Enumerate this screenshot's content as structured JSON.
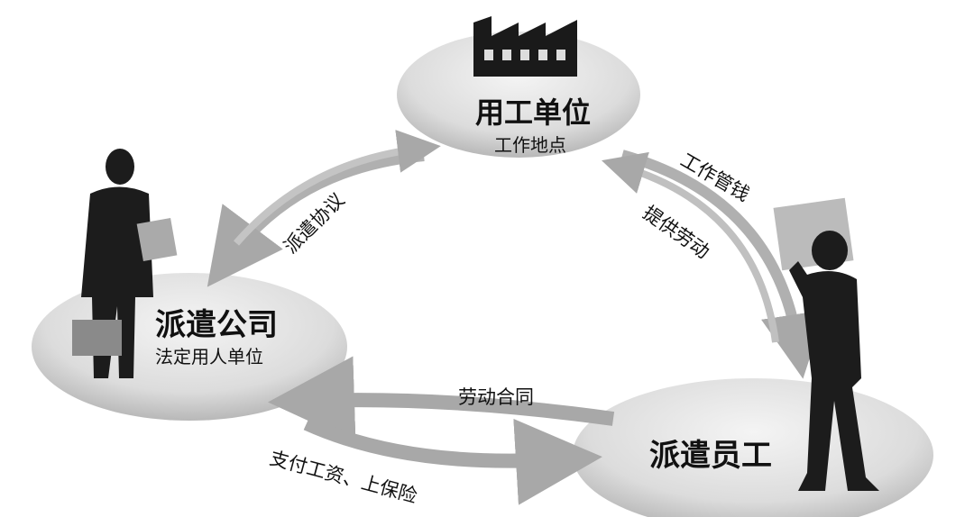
{
  "nodes": {
    "employer": {
      "title": "用工单位",
      "subtitle": "工作地点"
    },
    "agency": {
      "title": "派遣公司",
      "subtitle": "法定用人单位"
    },
    "worker": {
      "title": "派遣员工"
    }
  },
  "relations": {
    "dispatch_agreement": "派遣协议",
    "work_management": "工作管钱",
    "provide_labor": "提供劳动",
    "labor_contract": "劳动合同",
    "pay_insurance": "支付工资、上保险"
  }
}
